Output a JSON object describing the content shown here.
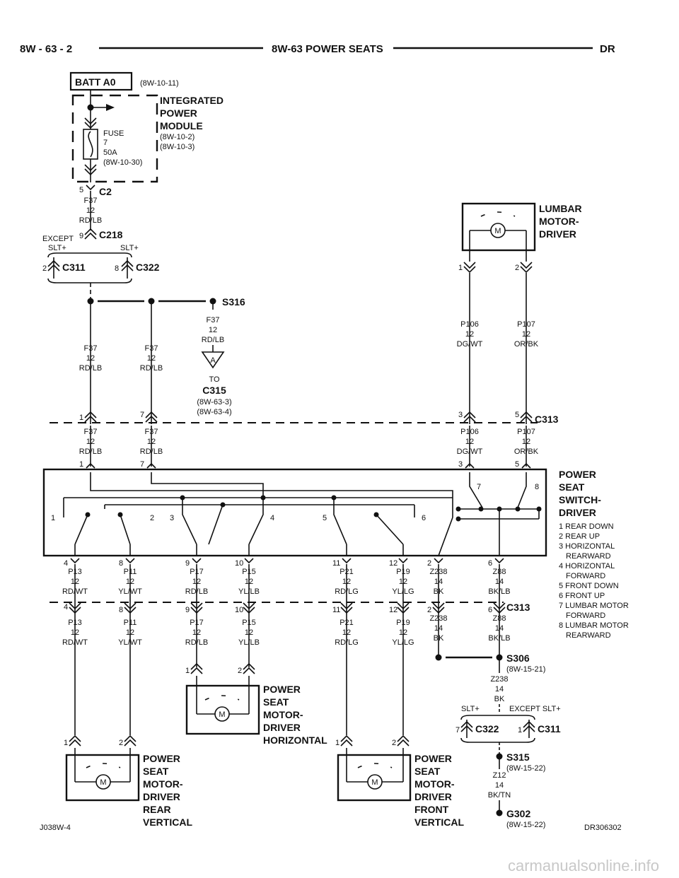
{
  "header": {
    "left": "8W - 63 - 2",
    "center": "8W-63 POWER SEATS",
    "right": "DR"
  },
  "batt": {
    "label": "BATT A0",
    "ref": "(8W-10-11)"
  },
  "ipm": {
    "line1": "INTEGRATED",
    "line2": "POWER",
    "line3": "MODULE",
    "ref1": "(8W-10-2)",
    "ref2": "(8W-10-3)"
  },
  "fuse": {
    "l1": "FUSE",
    "l2": "7",
    "l3": "50A",
    "l4": "(8W-10-30)"
  },
  "c2": {
    "pin": "5",
    "name": "C2"
  },
  "c218": {
    "pin": "9",
    "name": "C218"
  },
  "c311": {
    "pin": "2",
    "name": "C311"
  },
  "c322": {
    "pin": "8",
    "name": "C322"
  },
  "except_slt": {
    "l1": "EXCEPT",
    "l2": "SLT+"
  },
  "slt": "SLT+",
  "s316": "S316",
  "to": {
    "arrow": "A",
    "to": "TO",
    "conn": "C315",
    "ref1": "(8W-63-3)",
    "ref2": "(8W-63-4)"
  },
  "c313_name": "C313",
  "wire": {
    "f37": "F37",
    "g12": "12",
    "g14": "14",
    "rdlb": "RD/LB",
    "p106": "P106",
    "dgwt": "DG/WT",
    "p107": "P107",
    "orbk": "OR/BK",
    "p13": "P13",
    "rdwt": "RD/WT",
    "p11": "P11",
    "ylwt": "YL/WT",
    "p17": "P17",
    "p15": "P15",
    "yllb": "YL/LB",
    "p21": "P21",
    "rdlg": "RD/LG",
    "p19": "P19",
    "yllg": "YL/LG",
    "z238": "Z238",
    "bk": "BK",
    "z88": "Z88",
    "bklb": "BK/LB",
    "z12": "Z12",
    "bktn": "BK/TN"
  },
  "pins": {
    "p1": "1",
    "p2": "2",
    "p3": "3",
    "p4": "4",
    "p5": "5",
    "p6": "6",
    "p7": "7",
    "p8": "8",
    "p9": "9",
    "p10": "10",
    "p11": "11",
    "p12": "12"
  },
  "lumbar": {
    "l1": "LUMBAR",
    "l2": "MOTOR-",
    "l3": "DRIVER"
  },
  "switch": {
    "l1": "POWER",
    "l2": "SEAT",
    "l3": "SWITCH-",
    "l4": "DRIVER",
    "legend": [
      "1 REAR DOWN",
      "2 REAR UP",
      "3 HORIZONTAL",
      "REARWARD",
      "4 HORIZONTAL",
      "FORWARD",
      "5 FRONT DOWN",
      "6 FRONT UP",
      "7 LUMBAR MOTOR",
      "FORWARD",
      "8 LUMBAR MOTOR",
      "REARWARD"
    ]
  },
  "motor_h": {
    "l1": "POWER",
    "l2": "SEAT",
    "l3": "MOTOR-",
    "l4": "DRIVER",
    "l5": "HORIZONTAL"
  },
  "motor_rv": {
    "l1": "POWER",
    "l2": "SEAT",
    "l3": "MOTOR-",
    "l4": "DRIVER",
    "l5": "REAR",
    "l6": "VERTICAL"
  },
  "motor_fv": {
    "l1": "POWER",
    "l2": "SEAT",
    "l3": "MOTOR-",
    "l4": "DRIVER",
    "l5": "FRONT",
    "l6": "VERTICAL"
  },
  "m": "M",
  "s306": {
    "name": "S306",
    "ref": "(8W-15-21)"
  },
  "ground_split": {
    "slt": "SLT+",
    "except": "EXCEPT SLT+",
    "c322pin": "7",
    "c322": "C322",
    "c311pin": "1",
    "c311": "C311"
  },
  "s315": {
    "name": "S315",
    "ref": "(8W-15-22)"
  },
  "g302": {
    "name": "G302",
    "ref": "(8W-15-22)"
  },
  "footer": {
    "left": "J038W-4",
    "right": "DR306302"
  },
  "watermark": "carmanualsonline.info"
}
